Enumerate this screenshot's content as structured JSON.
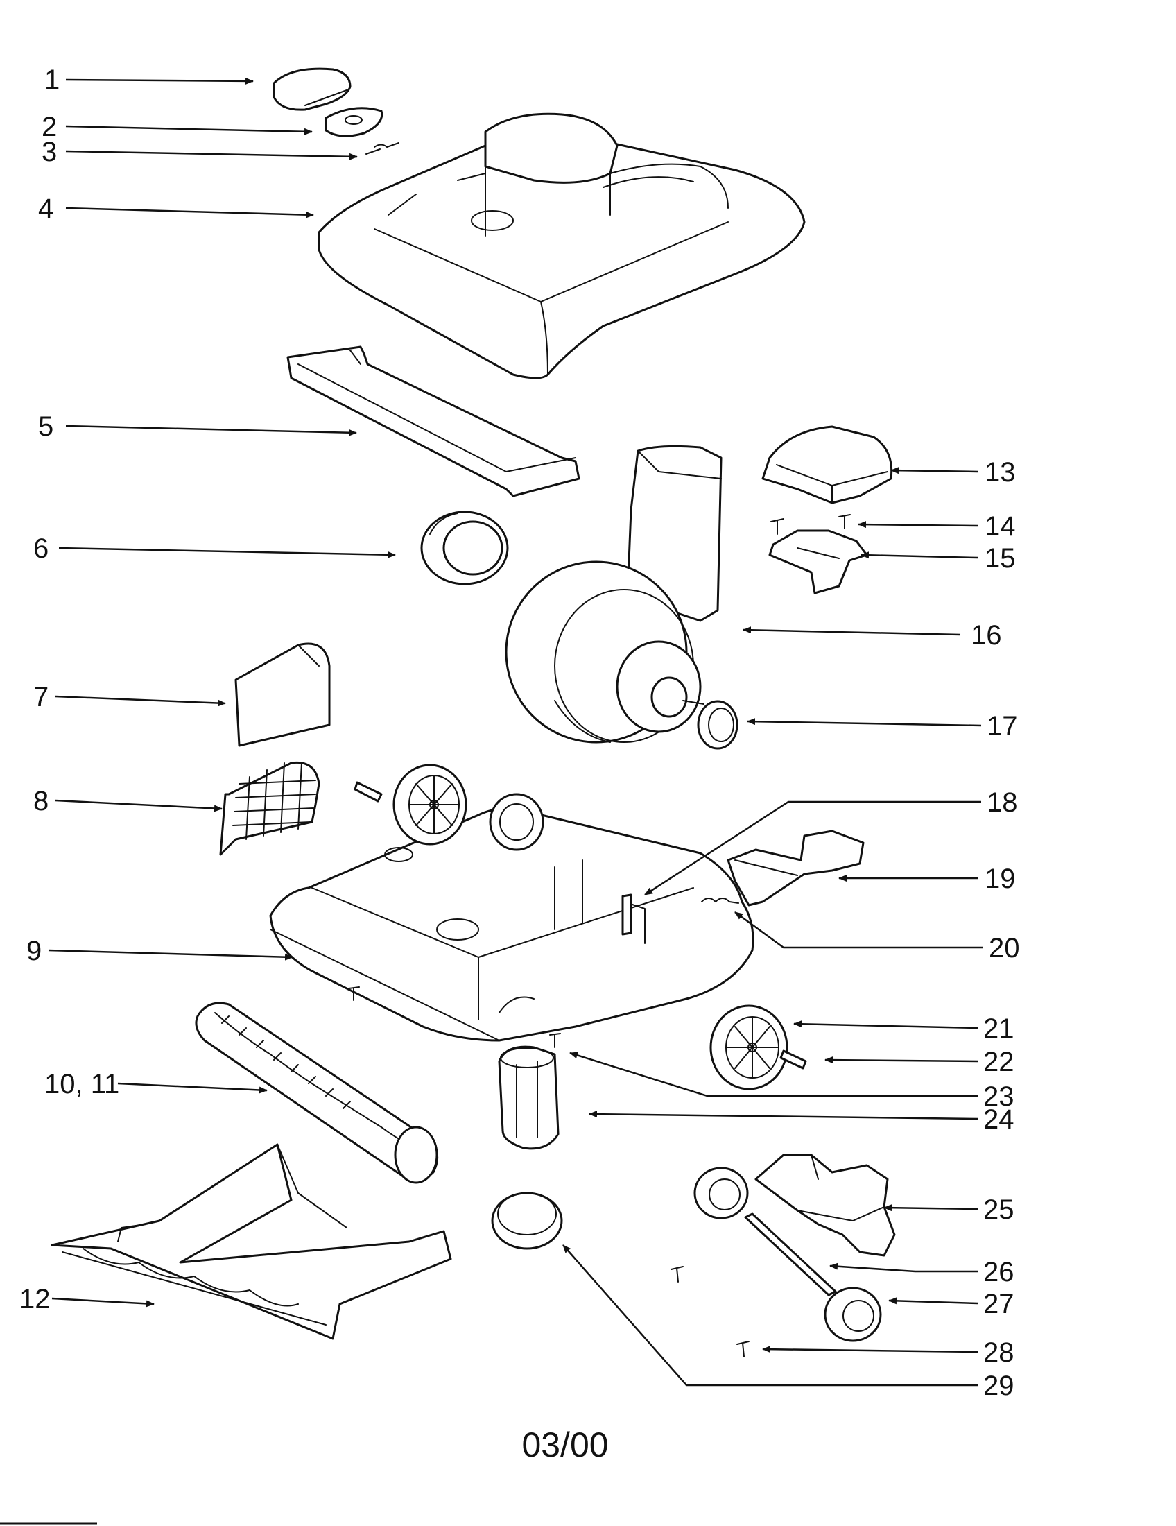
{
  "date_code": "03/00",
  "callouts": [
    {
      "id": "1",
      "label": "1"
    },
    {
      "id": "2",
      "label": "2"
    },
    {
      "id": "3",
      "label": "3"
    },
    {
      "id": "4",
      "label": "4"
    },
    {
      "id": "5",
      "label": "5"
    },
    {
      "id": "6",
      "label": "6"
    },
    {
      "id": "7",
      "label": "7"
    },
    {
      "id": "8",
      "label": "8"
    },
    {
      "id": "9",
      "label": "9"
    },
    {
      "id": "10-11",
      "label": "10, 11"
    },
    {
      "id": "12",
      "label": "12"
    },
    {
      "id": "13",
      "label": "13"
    },
    {
      "id": "14",
      "label": "14"
    },
    {
      "id": "15",
      "label": "15"
    },
    {
      "id": "16",
      "label": "16"
    },
    {
      "id": "17",
      "label": "17"
    },
    {
      "id": "18",
      "label": "18"
    },
    {
      "id": "19",
      "label": "19"
    },
    {
      "id": "20",
      "label": "20"
    },
    {
      "id": "21",
      "label": "21"
    },
    {
      "id": "22",
      "label": "22"
    },
    {
      "id": "23",
      "label": "23"
    },
    {
      "id": "24",
      "label": "24"
    },
    {
      "id": "25",
      "label": "25"
    },
    {
      "id": "26",
      "label": "26"
    },
    {
      "id": "27",
      "label": "27"
    },
    {
      "id": "28",
      "label": "28"
    },
    {
      "id": "29",
      "label": "29"
    }
  ]
}
